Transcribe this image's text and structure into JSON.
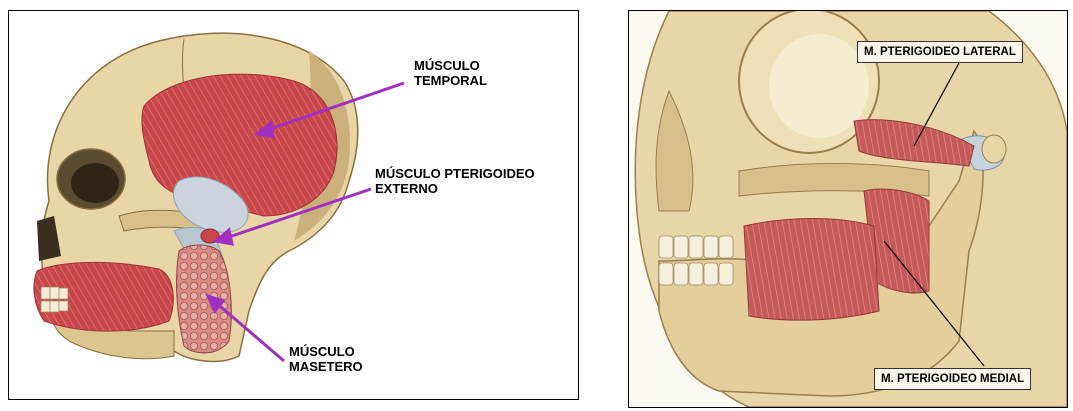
{
  "figure_left": {
    "labels": {
      "temporal_line1": "MÚSCULO",
      "temporal_line2": "TEMPORAL",
      "pterigoideo_line1": "MÚSCULO PTERIGOIDEO",
      "pterigoideo_line2": "EXTERNO",
      "masetero_line1": "MÚSCULO",
      "masetero_line2": "MASETERO"
    }
  },
  "figure_right": {
    "labels": {
      "lateral": "M. PTERIGOIDEO LATERAL",
      "medial": "M. PTERIGOIDEO MEDIAL"
    }
  },
  "colors": {
    "bone": "#e8d6a6",
    "bone_shadow": "#b89a62",
    "muscle": "#c9474a",
    "muscle_light": "#e07a78",
    "tendon": "#c9d4dc",
    "arrow": "#a030c0"
  }
}
